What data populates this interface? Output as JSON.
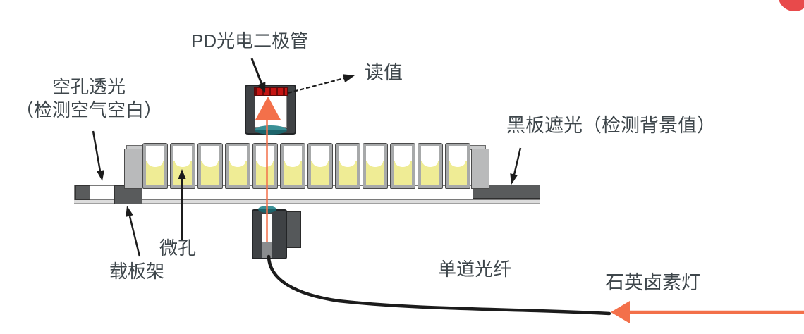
{
  "diagram": {
    "labels": {
      "pd": "PD光电二极管",
      "reading": "读值",
      "empty_well_line1": "空孔透光",
      "empty_well_line2": "（检测空气空白）",
      "black_plate": "黑板遮光（检测背景值）",
      "microwell": "微孔",
      "plate_carrier": "载板架",
      "fiber": "单道光纤",
      "lamp": "石英卤素灯"
    },
    "well_count": 12,
    "colors": {
      "beam_orange": "#f3704a",
      "liquid_yellow": "#efec95",
      "detector_red": "#c41412",
      "lens_teal": "#2e8286",
      "dark_housing": "#3f4245",
      "carrier_dark": "#595b5c",
      "plate_edge_gray": "#b9babb",
      "well_wall_gray": "#a7a9aa",
      "label_text": "#3e464b",
      "line_black": "#1c1c1c",
      "corner_red": "#e84a4b"
    }
  }
}
